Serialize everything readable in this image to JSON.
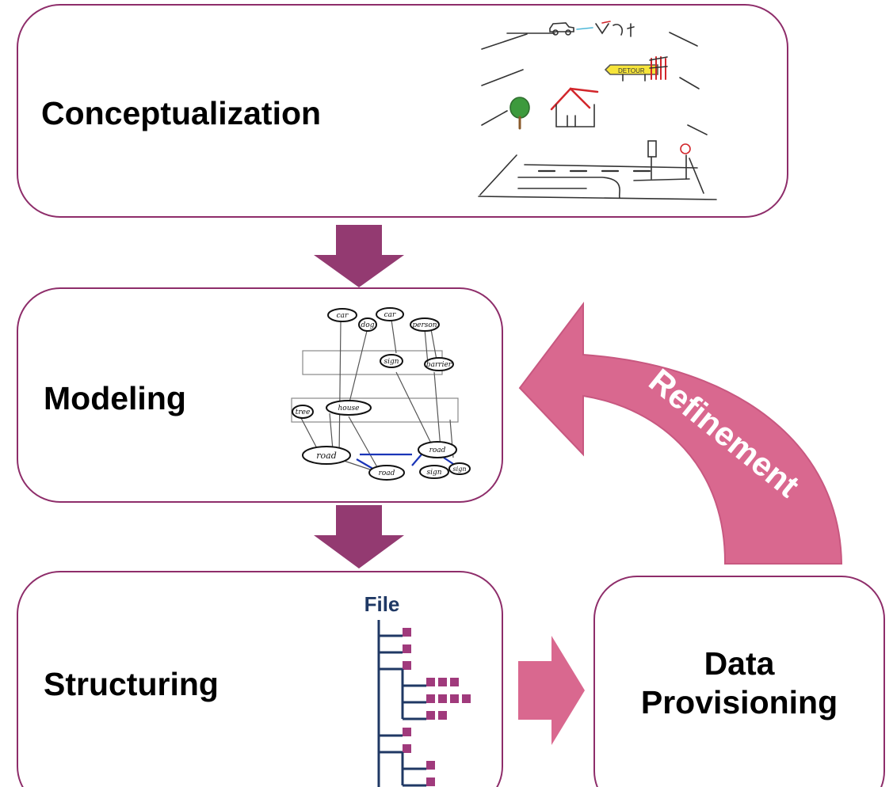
{
  "colors": {
    "box_border": "#8e2d6a",
    "dark_arrow": "#933a71",
    "light_arrow": "#d9688f",
    "tree_line": "#1f3864",
    "tree_node": "#a03a7c",
    "file_text": "#1f3864",
    "sketch_ink": "#333333",
    "sketch_red": "#d2262b",
    "sketch_tree": "#3d9a3d",
    "model_link": "#1a35b8"
  },
  "boxes": {
    "conceptualization": {
      "label": "Conceptualization"
    },
    "modeling": {
      "label": "Modeling"
    },
    "structuring": {
      "label": "Structuring"
    },
    "provisioning": {
      "label_line1": "Data",
      "label_line2": "Provisioning"
    }
  },
  "refinement": {
    "label": "Refinement"
  },
  "file_tree": {
    "root_label": "File",
    "rows": [
      {
        "indent": 0,
        "nodes": 1
      },
      {
        "indent": 0,
        "nodes": 1
      },
      {
        "indent": 0,
        "nodes": 1
      },
      {
        "indent": 1,
        "nodes": 3
      },
      {
        "indent": 1,
        "nodes": 4
      },
      {
        "indent": 1,
        "nodes": 2
      },
      {
        "indent": 0,
        "nodes": 1
      },
      {
        "indent": 0,
        "nodes": 1
      },
      {
        "indent": 1,
        "nodes": 1
      },
      {
        "indent": 1,
        "nodes": 1
      }
    ]
  },
  "sketch": {
    "sign_text": "DETOUR",
    "model_nodes": [
      "car",
      "dog",
      "car",
      "person",
      "sign",
      "barrier",
      "tree",
      "house",
      "road",
      "road",
      "road",
      "sign",
      "sign"
    ]
  },
  "icons": [
    "arrow-down-icon",
    "arrow-right-icon",
    "curved-arrow-icon",
    "file-tree-icon",
    "scene-sketch-icon",
    "semantic-model-icon"
  ]
}
